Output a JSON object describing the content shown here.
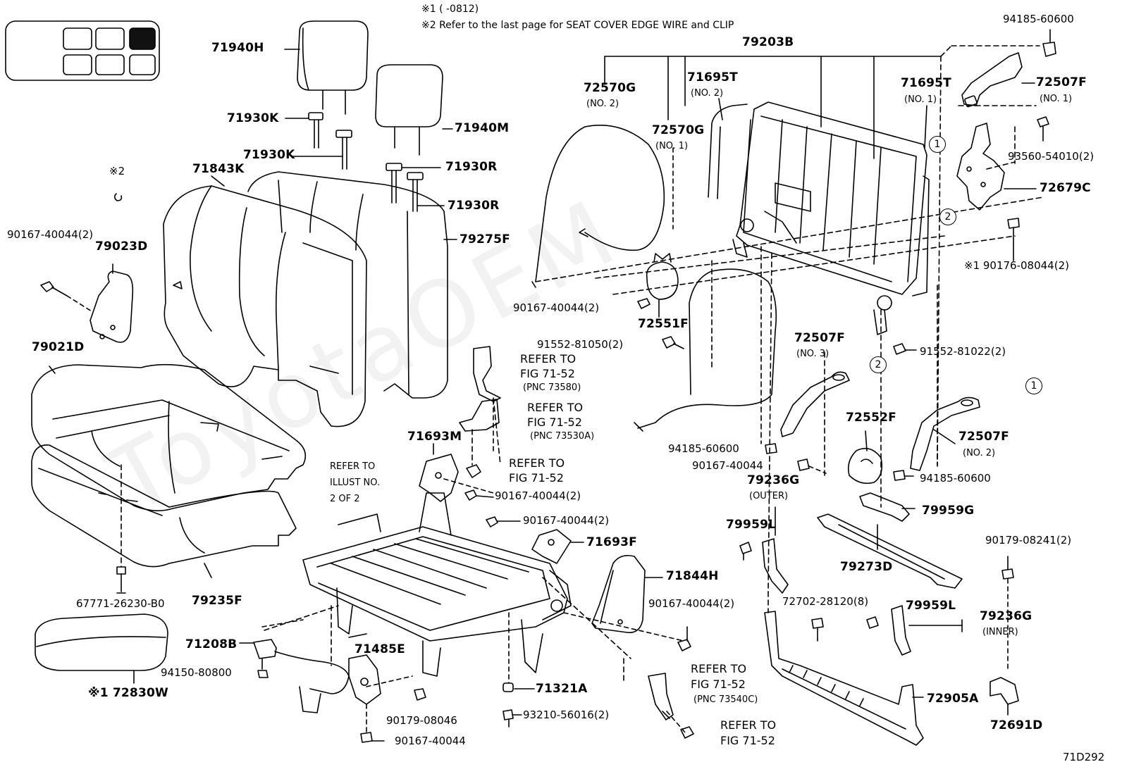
{
  "header_notes": [
    "※1 (      -0812)",
    "※2 Refer to the last page for SEAT COVER EDGE WIRE and CLIP"
  ],
  "figure_code": "71D292",
  "watermark_text": "ToyotaOEM",
  "location_grid": {
    "cells": 6,
    "highlighted_cell": "top-right"
  },
  "parts": {
    "p71940H": "71940H",
    "p71930K_a": "71930K",
    "p71930K_b": "71930K",
    "p71940M": "71940M",
    "p71930R_a": "71930R",
    "p71930R_b": "71930R",
    "p71843K": "71843K",
    "p79275F": "79275F",
    "p79023D": "79023D",
    "p79021D": "79021D",
    "p79235F": "79235F",
    "p67771": "67771-26230-B0",
    "p72830W": "※1 72830W",
    "p71208B": "71208B",
    "p94150": "94150-80800",
    "p71485E": "71485E",
    "p90179_08046": "90179-08046",
    "p90167_40044_bottom": "90167-40044",
    "p71693M": "71693M",
    "p90167_40044_2a": "90167-40044(2)",
    "p90167_40044_2b": "90167-40044(2)",
    "p71693F": "71693F",
    "p71321A": "71321A",
    "p93210": "93210-56016(2)",
    "p71844H": "71844H",
    "p90167_40044_2c": "90167-40044(2)",
    "p72570G_2": "72570G",
    "p72570G_1": "72570G",
    "p71695T_2": "71695T",
    "p71695T_1": "71695T",
    "p79203B": "79203B",
    "p90167_40044_2d": "90167-40044(2)",
    "p72551F": "72551F",
    "p91552_81050": "91552-81050(2)",
    "p90167_40044_left": "90167-40044(2)",
    "p94185_60600_top": "94185-60600",
    "p72507F_1": "72507F",
    "p93560": "93560-54010(2)",
    "p72679C": "72679C",
    "p90176": "※1 90176-08044(2)",
    "p91552_81022": "91552-81022(2)",
    "p72507F_3": "72507F",
    "p72552F": "72552F",
    "p72507F_2": "72507F",
    "p94185_60600_mid": "94185-60600",
    "p94185_60600_right": "94185-60600",
    "p90167_40044_mid": "90167-40044",
    "p79236G_outer": "79236G",
    "p79959L_a": "79959L",
    "p79959G": "79959G",
    "p79273D": "79273D",
    "p90179_08241": "90179-08241(2)",
    "p72702": "72702-28120(8)",
    "p79959L_b": "79959L",
    "p79236G_inner": "79236G",
    "p72905A": "72905A",
    "p72691D": "72691D",
    "p_x2": "※2"
  },
  "sublabels": {
    "no2_a": "(NO. 2)",
    "no1_a": "(NO. 1)",
    "no2_b": "(NO. 2)",
    "no1_b": "(NO. 1)",
    "no1_c": "(NO. 1)",
    "no3": "(NO. 3)",
    "no2_c": "(NO. 2)",
    "outer": "(OUTER)",
    "inner": "(INNER)"
  },
  "references": {
    "ref1_l1": "REFER TO",
    "ref1_l2": "FIG 71-52",
    "ref1_l3": "(PNC 73580)",
    "ref2_l1": "REFER TO",
    "ref2_l2": "FIG 71-52",
    "ref2_l3": "(PNC 73530A)",
    "ref3_l1": "REFER TO",
    "ref3_l2": "FIG 71-52",
    "ref4_l1": "REFER TO",
    "ref4_l2": "ILLUST NO.",
    "ref4_l3": "2 OF 2",
    "ref5_l1": "REFER TO",
    "ref5_l2": "FIG 71-52",
    "ref5_l3": "(PNC 73540C)",
    "ref6_l1": "REFER TO",
    "ref6_l2": "FIG 71-52"
  },
  "markers": {
    "m1_top": "1",
    "m2_top": "2",
    "m2_mid": "2",
    "m1_mid": "1"
  }
}
